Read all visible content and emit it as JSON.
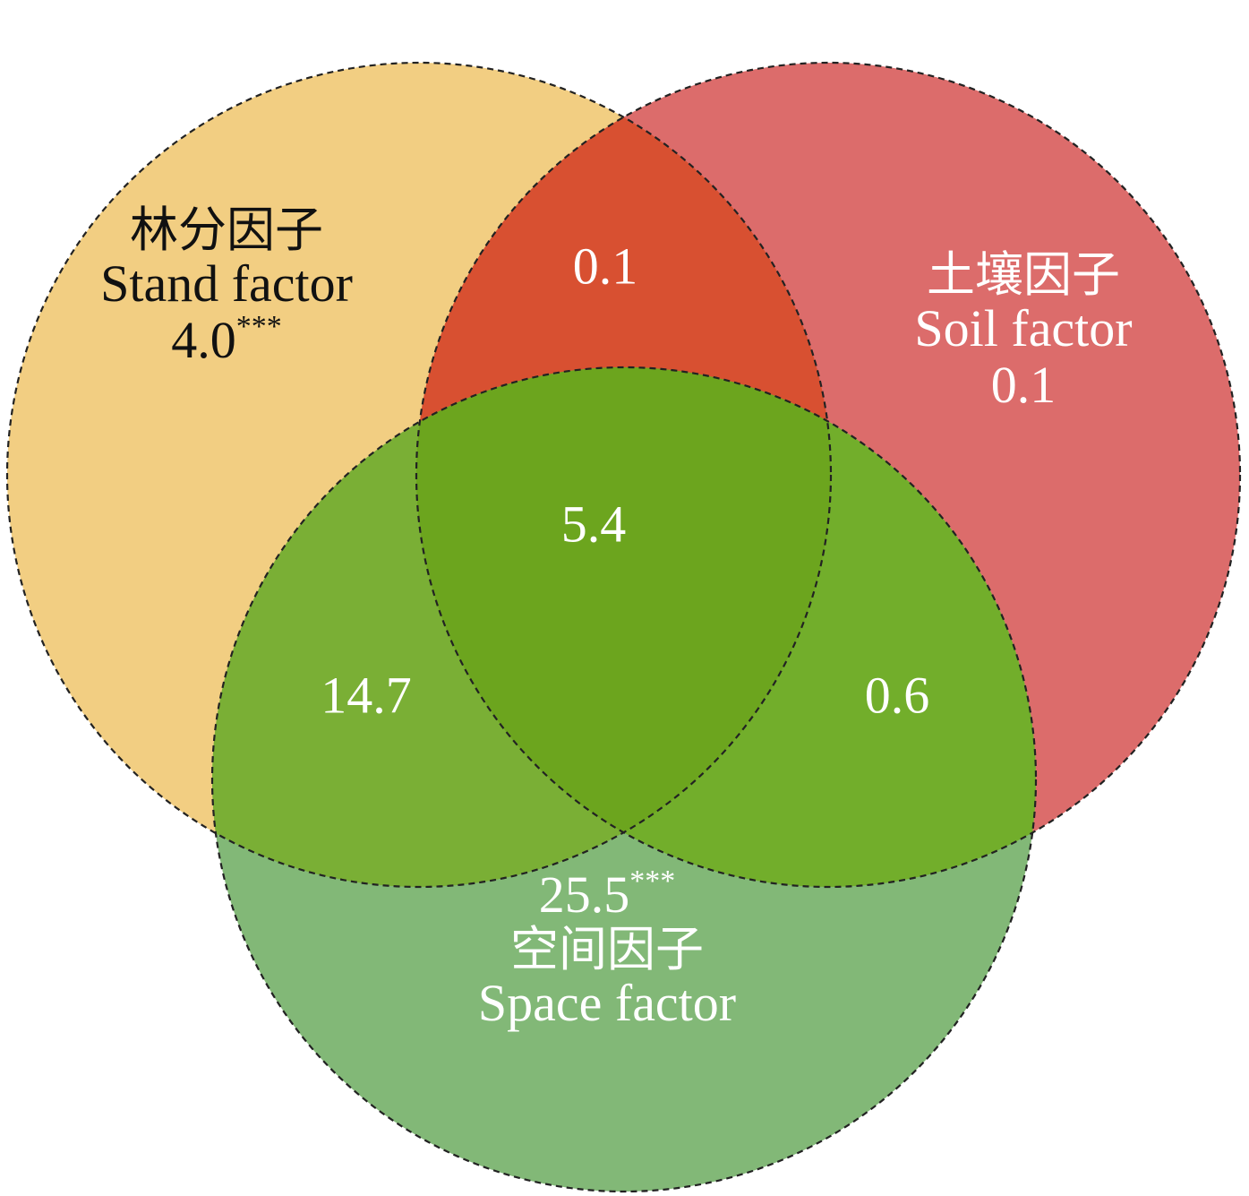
{
  "colors": {
    "stand_only": "#F2CE82",
    "soil_only": "#DC6C6B",
    "space_only": "#82B877",
    "stand_soil": "#D85031",
    "stand_space": "#7AAF35",
    "soil_space": "#72AE2B",
    "all_three": "#6CA51E",
    "outline": "#222222"
  },
  "sets": {
    "stand": {
      "zh": "林分因子",
      "en": "Stand factor",
      "value": "4.0",
      "sig": "***"
    },
    "soil": {
      "zh": "土壤因子",
      "en": "Soil factor",
      "value": "0.1"
    },
    "space": {
      "zh": "空间因子",
      "en": "Space factor",
      "value": "25.5",
      "sig": "***"
    }
  },
  "intersections": {
    "stand_soil": "0.1",
    "stand_space": "14.7",
    "soil_space": "0.6",
    "all_three": "5.4"
  }
}
